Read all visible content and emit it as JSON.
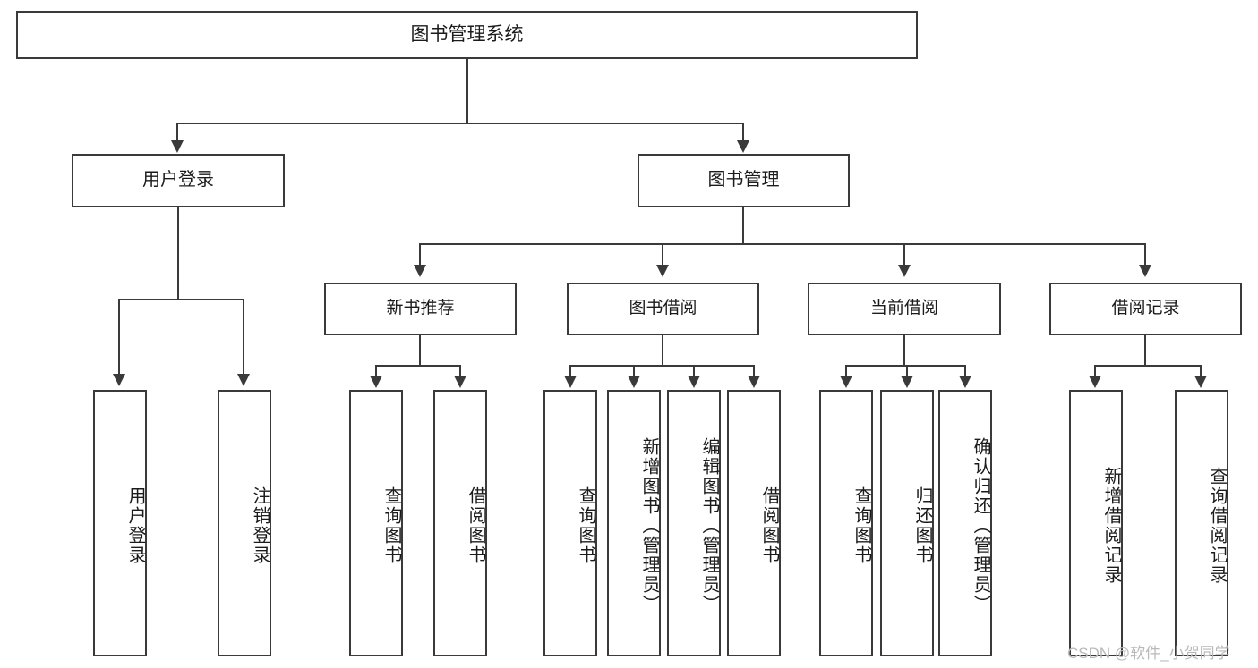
{
  "diagram": {
    "type": "tree",
    "title": "图书管理系统",
    "root": {
      "label": "图书管理系统"
    },
    "level2": [
      {
        "label": "用户登录"
      },
      {
        "label": "图书管理"
      }
    ],
    "level3": [
      {
        "label": "新书推荐"
      },
      {
        "label": "图书借阅"
      },
      {
        "label": "当前借阅"
      },
      {
        "label": "借阅记录"
      }
    ],
    "leaves": {
      "user_login": [
        {
          "label": "用户登录"
        },
        {
          "label": "注销登录"
        }
      ],
      "new_book_recommend": [
        {
          "label": "查询图书"
        },
        {
          "label": "借阅图书"
        }
      ],
      "book_borrow": [
        {
          "label": "查询图书"
        },
        {
          "label": "新增图书（管理员）"
        },
        {
          "label": "编辑图书（管理员）"
        },
        {
          "label": "借阅图书"
        }
      ],
      "current_borrow": [
        {
          "label": "查询图书"
        },
        {
          "label": "归还图书"
        },
        {
          "label": "确认归还（管理员）"
        }
      ],
      "borrow_record": [
        {
          "label": "新增借阅记录"
        },
        {
          "label": "查询借阅记录"
        }
      ]
    }
  },
  "watermark": {
    "text": "CSDN @软件_小贺同学"
  },
  "colors": {
    "stroke": "#3a3a3a",
    "background": "#ffffff",
    "text": "#1b1b1b",
    "watermark": "#b9b9b9"
  }
}
